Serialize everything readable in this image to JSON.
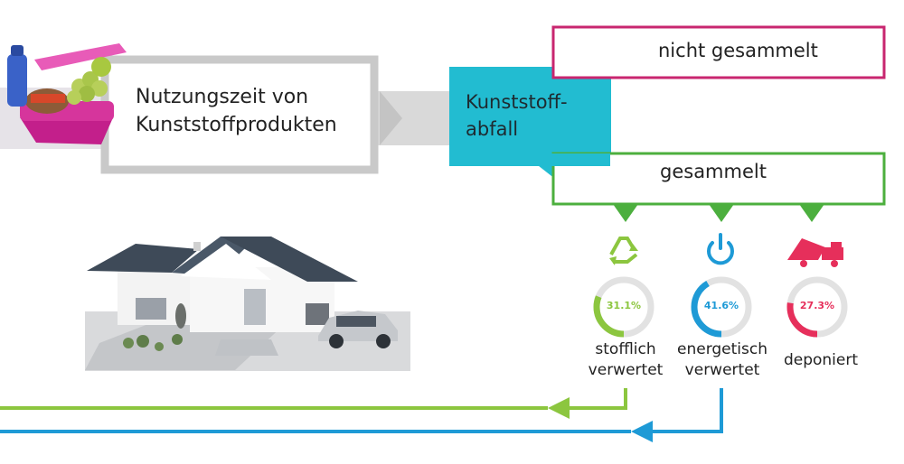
{
  "diagram": {
    "usage_label_line1": "Nutzungszeit von",
    "usage_label_line2": "Kunststoffprodukten",
    "waste_label_line1": "Kunststoff-",
    "waste_label_line2": "abfall",
    "not_collected_label": "nicht gesammelt",
    "collected_label": "gesammelt"
  },
  "chart_data": {
    "type": "pie",
    "categories": [
      "stofflich verwertet",
      "energetisch verwertet",
      "deponiert"
    ],
    "values": [
      31.1,
      41.6,
      27.3
    ],
    "value_labels": [
      "31.1%",
      "41.6%",
      "27.3%"
    ]
  },
  "outcomes": [
    {
      "line1": "stofflich",
      "line2": "verwertet",
      "color": "#8cc63f",
      "icon": "recycle-icon"
    },
    {
      "line1": "energetisch",
      "line2": "verwertet",
      "color": "#1e9ad6",
      "icon": "power-icon"
    },
    {
      "line1": "deponiert",
      "line2": "",
      "color": "#e62f5b",
      "icon": "dump-truck-icon"
    }
  ],
  "colors": {
    "magenta": "#c8266f",
    "green": "#4caf3e",
    "cyan": "#22bcd1",
    "gray": "#c9c9c9",
    "lime": "#8cc63f",
    "blue": "#1e9ad6",
    "red": "#e62f5b"
  }
}
